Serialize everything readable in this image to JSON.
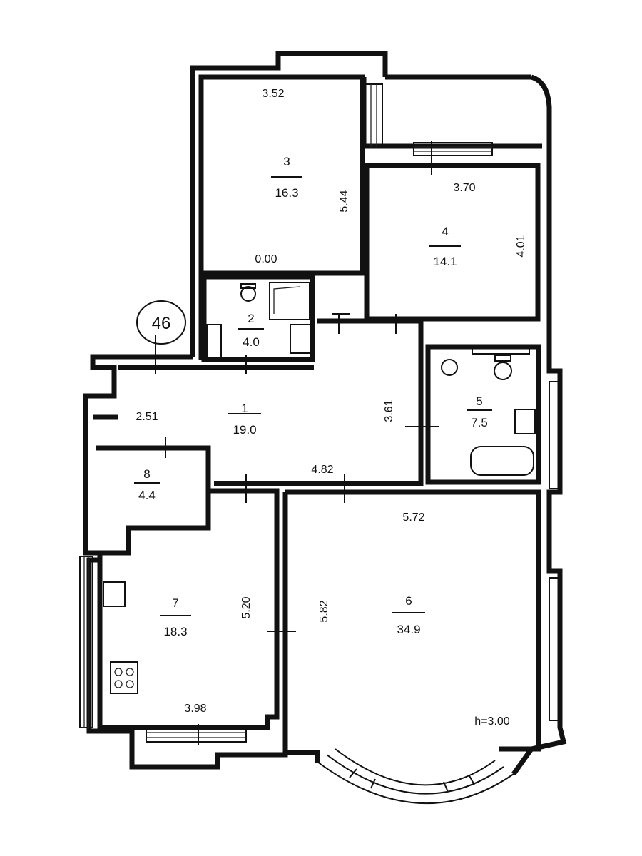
{
  "plan": {
    "unit_number": "46",
    "ceiling_height": "h=3.00",
    "rooms": [
      {
        "number": "1",
        "area": "19.0"
      },
      {
        "number": "2",
        "area": "4.0"
      },
      {
        "number": "3",
        "area": "16.3"
      },
      {
        "number": "4",
        "area": "14.1"
      },
      {
        "number": "5",
        "area": "7.5"
      },
      {
        "number": "6",
        "area": "34.9"
      },
      {
        "number": "7",
        "area": "18.3"
      },
      {
        "number": "8",
        "area": "4.4"
      }
    ],
    "dimensions": {
      "room3_width": "3.52",
      "room3_length": "5.44",
      "room3_bottom": "0.00",
      "room4_width": "3.70",
      "room4_length": "4.01",
      "room1_left": "2.51",
      "room1_height": "3.61",
      "room1_bottom": "4.82",
      "room6_width": "5.72",
      "room6_length": "5.82",
      "room7_length": "5.20",
      "room7_width": "3.98"
    }
  }
}
